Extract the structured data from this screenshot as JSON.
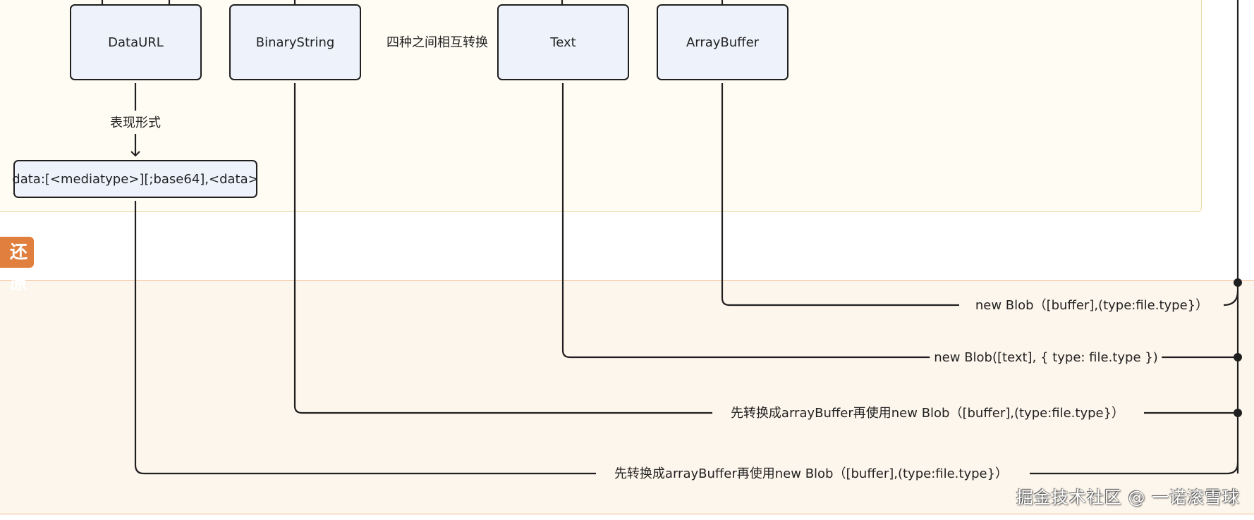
{
  "nodes": {
    "dataurl": "DataURL",
    "binarystring": "BinaryString",
    "text": "Text",
    "arraybuffer": "ArrayBuffer",
    "dataurl_format": "data:[<mediatype>][;base64],<data>"
  },
  "labels": {
    "mutual_conversion": "四种之间相互转换",
    "representation": "表现形式"
  },
  "section": {
    "title": "还原"
  },
  "edges": {
    "arraybuffer_to_blob": "new Blob（[buffer],(type:file.type}）",
    "text_to_blob": "new Blob([text], { type: file.type })",
    "binarystring_to_blob": "先转换成arrayBuffer再使用new Blob（[buffer],(type:file.type}）",
    "dataurl_to_blob": "先转换成arrayBuffer再使用new Blob（[buffer],(type:file.type}）"
  },
  "watermark": "掘金技术社区 @ 一诺滚雪球",
  "colors": {
    "top_region_bg": "#fffdf3",
    "bottom_region_bg": "#fdf6ec",
    "section_tag": "#e07f3e",
    "node_bg": "#eef2fb",
    "line": "#1f1f1f"
  }
}
